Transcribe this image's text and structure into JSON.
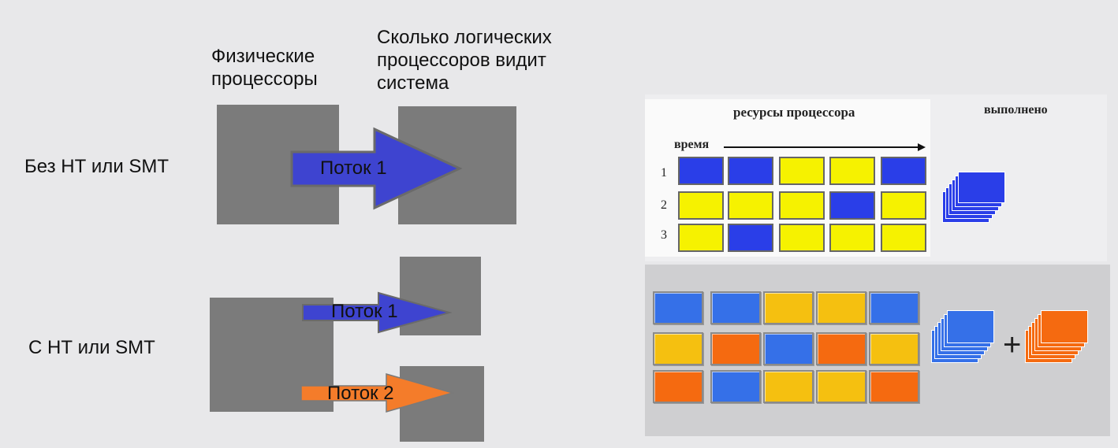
{
  "left_diagram": {
    "col_physical": "Физические\nпроцессоры",
    "col_logical": "Сколько логических\nпроцессоров видит\nсистема",
    "row_without": "Без НТ или SMT",
    "row_with": "С НТ или SMT",
    "thread1": "Поток 1",
    "thread2": "Поток 2"
  },
  "right_diagram": {
    "resources_label": "ресурсы процессора",
    "done_label": "выполнено",
    "time_label": "время",
    "row_numbers": [
      "1",
      "2",
      "3"
    ],
    "plus": "+",
    "colors": {
      "blue_top": "#2a3ee8",
      "yellow_top": "#f6f200",
      "blue_bot": "#3570e8",
      "yellow_bot": "#f5c010",
      "orange_bot": "#f56a10"
    },
    "top_grid": [
      [
        "blue",
        "blue",
        "yellow",
        "yellow",
        "blue"
      ],
      [
        "yellow",
        "yellow",
        "yellow",
        "blue",
        "yellow"
      ],
      [
        "yellow",
        "blue",
        "yellow",
        "yellow",
        "yellow"
      ]
    ],
    "bottom_grid": [
      [
        "blue",
        "blue",
        "yellow",
        "yellow",
        "blue"
      ],
      [
        "yellow",
        "orange",
        "blue",
        "orange",
        "yellow"
      ],
      [
        "orange",
        "blue",
        "yellow",
        "yellow",
        "orange"
      ]
    ]
  }
}
